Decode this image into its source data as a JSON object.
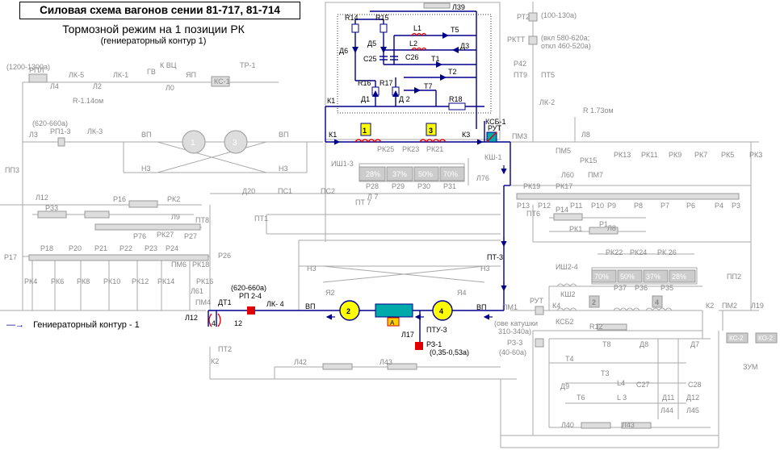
{
  "title": "Силовая схема вагонов сении 81-717, 81-714",
  "subtitle": "Тормозной режим на 1 позиции РК",
  "subtitle2": "(гениераторный контур 1)",
  "legend": "Гениераторный контур - 1",
  "colors": {
    "active": "#00008b",
    "inactive": "#aaaaaa",
    "resistor": "#cccccc",
    "motor": "#ffff00",
    "red": "#e00000"
  },
  "labels": {
    "L39": "Л39",
    "R14": "R14",
    "R15": "R15",
    "L1": "L1",
    "T5": "Т5",
    "D6": "Д6",
    "D5": "Д5",
    "L2": "L2",
    "D3": "Д3",
    "C25": "C25",
    "C26": "C26",
    "T1": "Т1",
    "T2": "Т2",
    "R16": "R16",
    "R17": "R17",
    "T7": "Т7",
    "D1": "Д1",
    "D2": "Д 2",
    "R18": "R18",
    "K1a": "К1",
    "K1b": "К1",
    "K3": "К3",
    "KSB1": "КСБ-1",
    "RUT": "РУТ",
    "KSH1": "КШ-1",
    "L76": "Л76",
    "PM3": "ПМ3",
    "L8": "Л8",
    "PT2": "РТ2",
    "PT2v": "(100-130а)",
    "RKTT": "РКТТ",
    "RKTTv1": "(вкл 580-620а;",
    "RKTTv2": "откл 460-520а)",
    "P42": "Р42",
    "PT9": "ПТ9",
    "PT5": "ПТ5",
    "LK2": "ЛК-2",
    "R173": "R 1.73ом",
    "PM5": "ПМ5",
    "PK15": "РК15",
    "L60": "Л60",
    "PM7": "ПМ7",
    "PK13": "РК13",
    "PK11": "РК11",
    "PK9": "РК9",
    "PK7": "РК7",
    "PK5": "РК5",
    "PK3": "РК3",
    "PK19": "РК19",
    "PK17": "РК17",
    "P13": "Р13",
    "P12": "Р12",
    "P11": "Р11",
    "P10": "Р10",
    "P9": "Р9",
    "P8": "Р8",
    "P7": "Р7",
    "P6": "Р6",
    "P4": "Р4",
    "P3": "Р3",
    "PT6": "ПТ6",
    "P14": "Р14",
    "L8b": "Л8",
    "PK1": "РК1",
    "P1": "Р1",
    "RPL": "РПЛ",
    "RPLv": "(1200-1300а)",
    "L4": "Л4",
    "LK5": "ЛК-5",
    "L2w": "Л2",
    "LK1": "ЛК-1",
    "GV": "ГВ",
    "KVC": "К ВЦ",
    "L0": "Л0",
    "YaP": "ЯП",
    "KS1": "КС-1",
    "TR1": "ТР-1",
    "R114": "R-1.14ом",
    "RP13v": "(620-660а)",
    "RP13": "РП1-3",
    "LK3": "ЛК-3",
    "L3": "Л3",
    "VP1": "ВП",
    "VP2": "ВП",
    "N3a": "Н3",
    "N3b": "Н3",
    "M1": "1",
    "M3": "3",
    "PP3": "ПП3",
    "ISH13": "ИШ1-3",
    "PK25": "РК25",
    "PK23": "РК23",
    "PK21": "РК21",
    "P28": "Р28",
    "P29": "Р29",
    "P30": "Р30",
    "P31": "Р31",
    "p28": "28%",
    "p37": "37%",
    "p50": "50%",
    "p70": "70%",
    "F1": "1",
    "F3": "3",
    "L12t": "Л12",
    "P33": "Р33",
    "P16": "Р16",
    "PK2": "РК2",
    "L9": "Л9",
    "PT8": "ПТ8",
    "P76": "Р76",
    "PK27": "РК27",
    "P27": "Р27",
    "D20": "Д20",
    "PS1": "ПС1",
    "PS2": "ПС2",
    "L7": "Л 7",
    "PT1": "ПТ1",
    "PT7": "ПТ 7",
    "P17": "Р17",
    "P18": "Р18",
    "P20": "Р20",
    "P21": "Р21",
    "P22": "Р22",
    "P23": "Р23",
    "P24": "Р24",
    "P26": "Р26",
    "PM6": "ПМ6",
    "PK18": "РК18",
    "PK4": "РК4",
    "PK6": "РК6",
    "PK8": "РК8",
    "PK10": "РК10",
    "PK12": "РК12",
    "PK14": "РК14",
    "PK16": "РК16",
    "L61": "Л61",
    "PM4": "ПМ4",
    "L12": "Л12",
    "DT1": "ДТ1",
    "DT4": "4",
    "DT12": "12",
    "RP24v": "(620-660а)",
    "RP24": "РП 2-4",
    "LK4": "ЛК- 4",
    "VP3": "ВП",
    "VP4": "ВП",
    "Ya2": "Я2",
    "Ya4": "Я4",
    "N3c": "Н3",
    "N3d": "Н3",
    "M2": "2",
    "M4": "4",
    "A": "А",
    "L17": "Л17",
    "PTU3": "ПТУ-3",
    "RZ1": "РЗ-1",
    "RZ1v": "(0,35-0,53а)",
    "PT3": "ПТ-3",
    "PT2b": "ПТ2",
    "K2": "К2",
    "L42": "Л42",
    "L43": "Л43",
    "ISH24": "ИШ2-4",
    "KSH2": "КШ2",
    "K4": "К4",
    "RUT2": "РУТ",
    "PM1": "ПМ1",
    "KSB2": "КСБ2",
    "coils": "(ове катушки",
    "coilsv": "310-340а)",
    "F2": "2",
    "F4": "4",
    "K2b": "К2",
    "PM2": "ПМ2",
    "R12": "R12",
    "PK22": "РК22",
    "PK24": "РК24",
    "PK26": "РК 26",
    "P37": "Р37",
    "P36": "Р36",
    "P35": "Р35",
    "q70": "70%",
    "q50": "50%",
    "q37": "37%",
    "q28": "28%",
    "PP2": "ПП2",
    "L19": "Л19",
    "KS2": "КС-2",
    "KO2": "КО-2",
    "ZUM": "ЗУМ",
    "RZ3": "РЗ-3",
    "RZ3v": "(40-60а)",
    "T8": "Т8",
    "D8": "Д8",
    "D7": "Д7",
    "T4": "Т4",
    "T3": "Т3",
    "D9": "Д9",
    "L4b": "L4",
    "C27": "C27",
    "C28": "C28",
    "T6": "Т6",
    "L3b": "L 3",
    "D11": "Д11",
    "D12": "Д12",
    "L44": "Л44",
    "L45": "Л45",
    "L40": "Л40",
    "L43b": "Л43"
  }
}
